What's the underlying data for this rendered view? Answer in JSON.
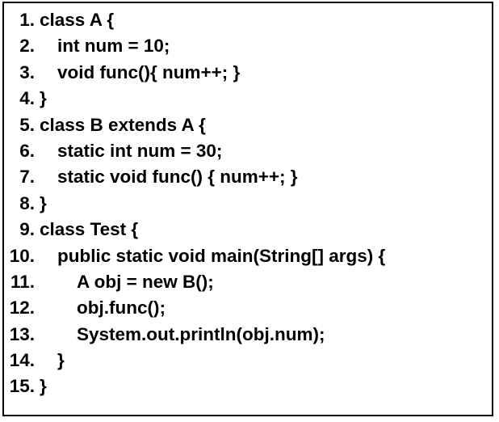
{
  "figure": {
    "kind": "java-code-listing",
    "border_color": "#000000",
    "background_color": "#ffffff",
    "text_color": "#000000"
  },
  "code": {
    "language": "Java",
    "number_separator": ".",
    "lines": [
      {
        "number": "1",
        "indent": 0,
        "text": "class A {"
      },
      {
        "number": "2",
        "indent": 1,
        "text": "int num = 10;"
      },
      {
        "number": "3",
        "indent": 1,
        "text": "void func(){ num++; }"
      },
      {
        "number": "4",
        "indent": 0,
        "text": "}"
      },
      {
        "number": "5",
        "indent": 0,
        "text": "class B extends A {"
      },
      {
        "number": "6",
        "indent": 1,
        "text": "static int num = 30;"
      },
      {
        "number": "7",
        "indent": 1,
        "text": "static void func() { num++; }"
      },
      {
        "number": "8",
        "indent": 0,
        "text": "}"
      },
      {
        "number": "9",
        "indent": 0,
        "text": "class Test {"
      },
      {
        "number": "10",
        "indent": 1,
        "text": "public static void main(String[] args) {"
      },
      {
        "number": "11",
        "indent": 2,
        "text": "A obj = new B();"
      },
      {
        "number": "12",
        "indent": 2,
        "text": "obj.func();"
      },
      {
        "number": "13",
        "indent": 2,
        "text": "System.out.println(obj.num);"
      },
      {
        "number": "14",
        "indent": 1,
        "text": "}"
      },
      {
        "number": "15",
        "indent": 0,
        "text": "}"
      }
    ]
  }
}
